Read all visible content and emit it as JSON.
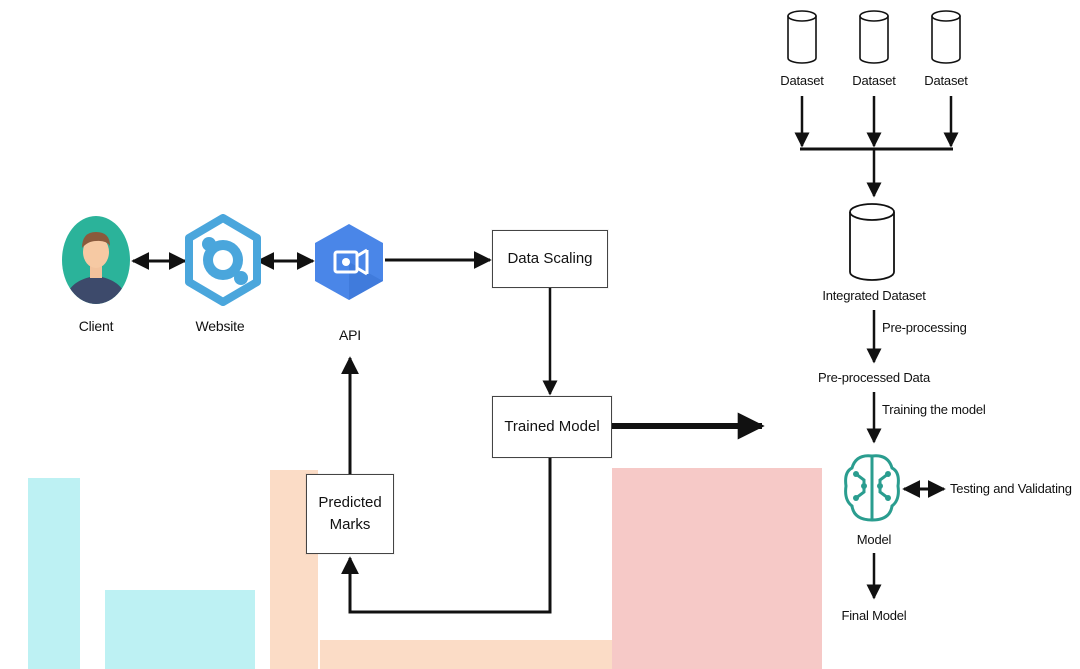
{
  "nodes": {
    "client": "Client",
    "website": "Website",
    "api": "API",
    "data_scaling": "Data Scaling",
    "trained_model": "Trained Model",
    "predicted_marks_line1": "Predicted",
    "predicted_marks_line2": "Marks",
    "dataset_1": "Dataset",
    "dataset_2": "Dataset",
    "dataset_3": "Dataset",
    "integrated_dataset": "Integrated Dataset",
    "preprocessed_data": "Pre-processed Data",
    "model": "Model",
    "final_model": "Final Model"
  },
  "edges": {
    "preprocessing": "Pre-processing",
    "training": "Training the model",
    "testing": "Testing and Validating"
  },
  "colors": {
    "client_circle": "#2bb39a",
    "website_icon": "#4aa6dc",
    "api_hexagon": "#4a86e8",
    "model_icon": "#2a9d8f",
    "arrow": "#111111"
  }
}
